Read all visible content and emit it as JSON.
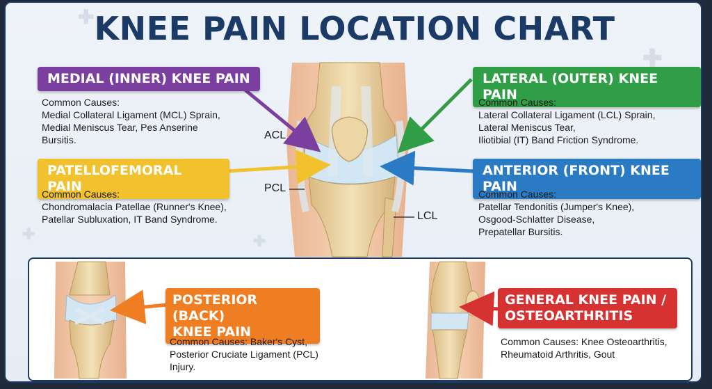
{
  "title": "KNEE PAIN LOCATION CHART",
  "sections": {
    "medial": {
      "label": "MEDIAL (INNER) KNEE PAIN",
      "color": "#7b3fa0",
      "causes": [
        "Common Causes:",
        "Medial Collateral Ligament (MCL) Sprain,",
        "Medial Meniscus Tear, Pes Anserine",
        "Bursitis."
      ]
    },
    "lateral": {
      "label": "LATERAL (OUTER) KNEE PAIN",
      "color": "#2f9e46",
      "causes": [
        "Common Causes:",
        "Lateral Collateral Ligament (LCL) Sprain,",
        "Lateral Meniscus Tear,",
        "Iliotibial (IT) Band Friction Syndrome."
      ]
    },
    "patellofemoral": {
      "label": "PATELLOFEMORAL PAIN",
      "color": "#f2c12e",
      "causes": [
        "Common Causes:",
        "Chondromalacia Patellae (Runner's Knee),",
        "Patellar Subluxation, IT Band Syndrome."
      ]
    },
    "anterior": {
      "label": "ANTERIOR (FRONT) KNEE PAIN",
      "color": "#2a7bc4",
      "causes": [
        "Common Causes:",
        "Patellar Tendonitis (Jumper's Knee),",
        "Osgood-Schlatter Disease,",
        "Prepatellar Bursitis."
      ]
    },
    "posterior": {
      "label_line1": "POSTERIOR (BACK)",
      "label_line2": "KNEE PAIN",
      "color": "#ef7d22",
      "causes": [
        "Common Causes: Baker's Cyst,",
        "Posterior Cruciate Ligament (PCL)",
        "Injury."
      ]
    },
    "general": {
      "label_line1": "GENERAL KNEE PAIN /",
      "label_line2": "OSTEOARTHRITIS",
      "color": "#d63232",
      "causes": [
        "Common Causes: Knee Osteoarthritis,",
        "Rheumatoid Arthritis, Gout"
      ]
    }
  },
  "anatomy_labels": {
    "acl": "ACL",
    "pcl": "PCL",
    "lcl": "LCL"
  },
  "colors": {
    "title": "#1b3a66",
    "border": "#1e3a63",
    "bone": "#e8cf9c",
    "skin": "#f1c6a6",
    "cartilage": "#cfe3f2"
  }
}
